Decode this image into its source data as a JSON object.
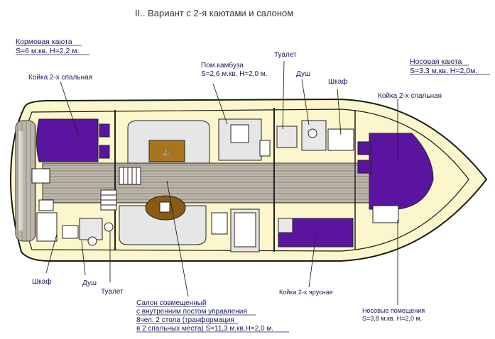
{
  "title": "II.. Вариант с 2-я каютами и салоном",
  "labels": {
    "aft_cabin_title": "Кормовая каюта",
    "aft_cabin_area": "S=6 м.кв. H=2,2 м.",
    "aft_berth": "Койка 2-х спальная",
    "galley_title": "Пом.камбуза",
    "galley_area": "S=2,6 м.кв. H=2,0 м.",
    "toilet_fwd": "Туалет",
    "shower_fwd": "Душ",
    "wardrobe_fwd": "Шкаф",
    "bow_cabin_title": "Носовая каюта",
    "bow_cabin_area": "S=3.3 м.кв. H=2,0м.",
    "bow_berth": "Койка 2-х спальная",
    "wardrobe_aft": "Шкаф",
    "shower_aft": "Душ",
    "toilet_aft": "Туалет",
    "bunk": "Койка 2-х ярусная",
    "saloon_line1": "Салон совмещенный",
    "saloon_line2": "с внутренним постом управления",
    "saloon_line3": "8чел. 2 стола (транформация",
    "saloon_line4": "в 2 спальных места) S=11,3 м.кв.H=2,0 м.",
    "bow_spaces_title": "Носовые помещения",
    "bow_spaces_area": "S=3,8 м.кв. H=2,0 м."
  },
  "colors": {
    "hull_fill": "#fbf6cc",
    "hull_stroke": "#1a1a1a",
    "berth": "#5a14a0",
    "floor": "#b8b2a6",
    "text": "#1a1a5a"
  }
}
